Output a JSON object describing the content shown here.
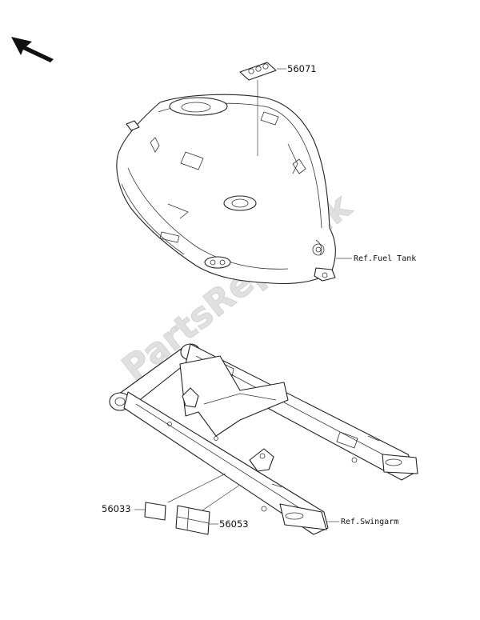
{
  "watermark": "PartsRepublik",
  "parts": [
    {
      "number": "56071",
      "kind": "label"
    },
    {
      "number": "56033",
      "kind": "label"
    },
    {
      "number": "56053",
      "kind": "label"
    }
  ],
  "references": {
    "fuel_tank": "Ref.Fuel Tank",
    "swingarm": "Ref.Swingarm"
  },
  "icons": {
    "direction": "arrow-up-left-icon"
  }
}
